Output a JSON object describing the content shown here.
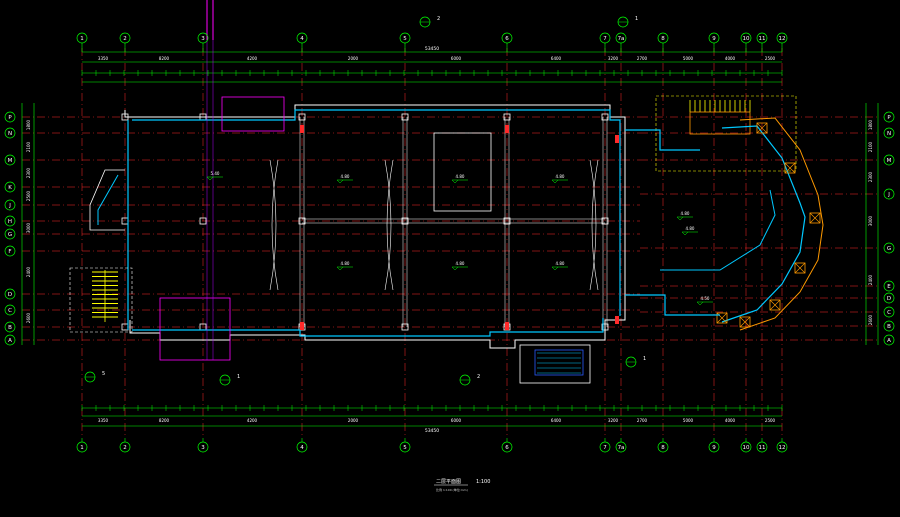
{
  "colors": {
    "background": "#000000",
    "grid": "#ff2a2a",
    "green": "#00ff00",
    "white": "#ffffff",
    "cyan": "#00c8ff",
    "blue": "#2a5cff",
    "yellow": "#ffff00",
    "orange": "#ff9900",
    "magenta": "#ff00ff",
    "purple": "#b000ff"
  },
  "axes_top": [
    "1",
    "2",
    "3",
    "4",
    "5",
    "6",
    "7",
    "7a",
    "8",
    "9",
    "10",
    "11",
    "12"
  ],
  "axes_left": [
    "P",
    "N",
    "M",
    "K",
    "J",
    "H",
    "G",
    "F",
    "D",
    "C",
    "B",
    "A"
  ],
  "axes_right": [
    "P",
    "N",
    "M",
    "J",
    "G",
    "E",
    "D",
    "C",
    "B",
    "A"
  ],
  "dims": {
    "top_overall": "53450",
    "top_row": [
      "3350",
      "8200",
      "4200",
      "2000",
      "6000",
      "6400",
      "3200",
      "2700",
      "5000",
      "4000",
      "2500"
    ],
    "bottom_overall": "53450",
    "bottom_row": [
      "3350",
      "8200",
      "4200",
      "2000",
      "6000",
      "6400",
      "3200",
      "2700",
      "5000",
      "4000",
      "2500"
    ],
    "left_segments": [
      "1800",
      "2100",
      "2300",
      "2500",
      "3000",
      "2400",
      "2600"
    ],
    "right_segments": [
      "1800",
      "2100",
      "2300",
      "3000",
      "2400",
      "2600"
    ]
  },
  "room_labels": [
    "5.40",
    "4.80",
    "4.80",
    "4.80",
    "4.80",
    "4.80",
    "4.80",
    "4.50",
    "4.80",
    "4.80"
  ],
  "callouts": [
    "2",
    "1",
    "5",
    "2",
    "1",
    "1"
  ],
  "bottom_notes": {
    "title": "二层平面图",
    "scale": "1:100",
    "subtitle": "比例 1:100 (单位:mm)"
  }
}
